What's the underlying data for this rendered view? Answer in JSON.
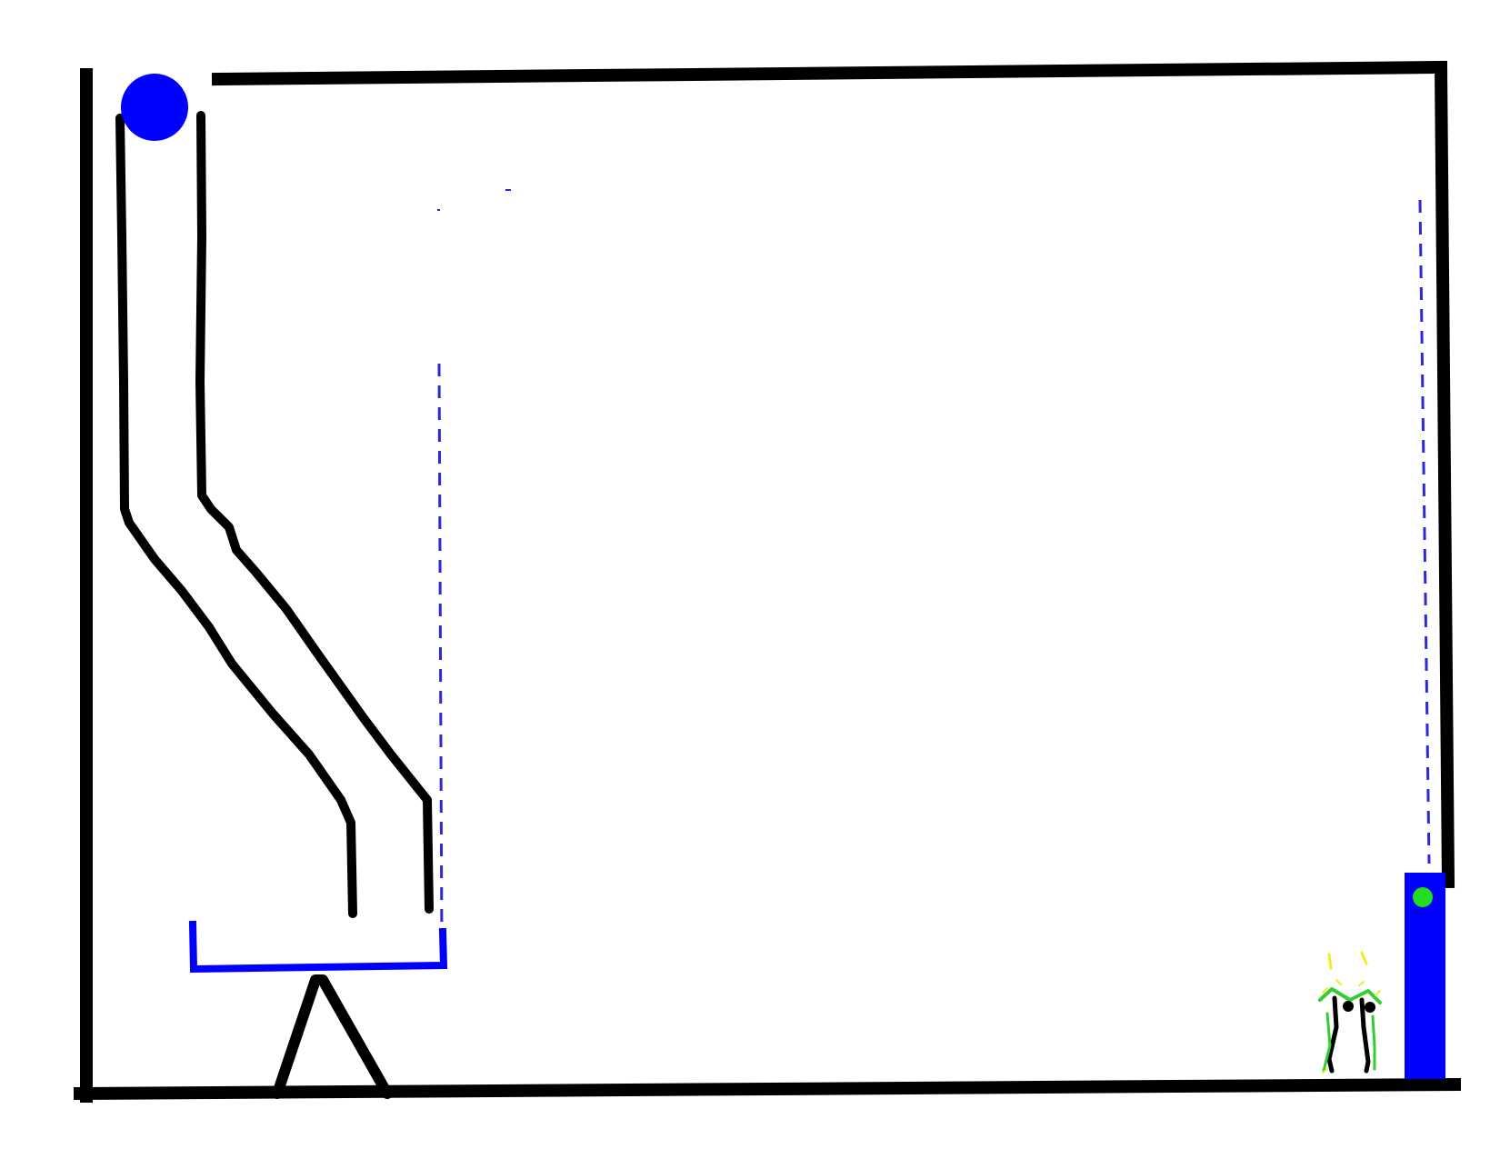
{
  "game": {
    "colors": {
      "background": "#ffffff",
      "wall": "#000000",
      "ball": "#0000ff",
      "bucket": "#0000ff",
      "goal_block": "#0000ff",
      "goal_dot": "#22dd22",
      "faint_line": "#2a2ad8",
      "sprite_green": "#33cc33",
      "sprite_yellow": "#eeee22"
    },
    "objects": {
      "ball": {
        "label": "ball"
      },
      "chute": {
        "label": "chute"
      },
      "bucket": {
        "label": "bucket"
      },
      "ramp": {
        "label": "ramp"
      },
      "goal": {
        "label": "goal"
      },
      "character": {
        "label": "character-sprite"
      }
    }
  }
}
